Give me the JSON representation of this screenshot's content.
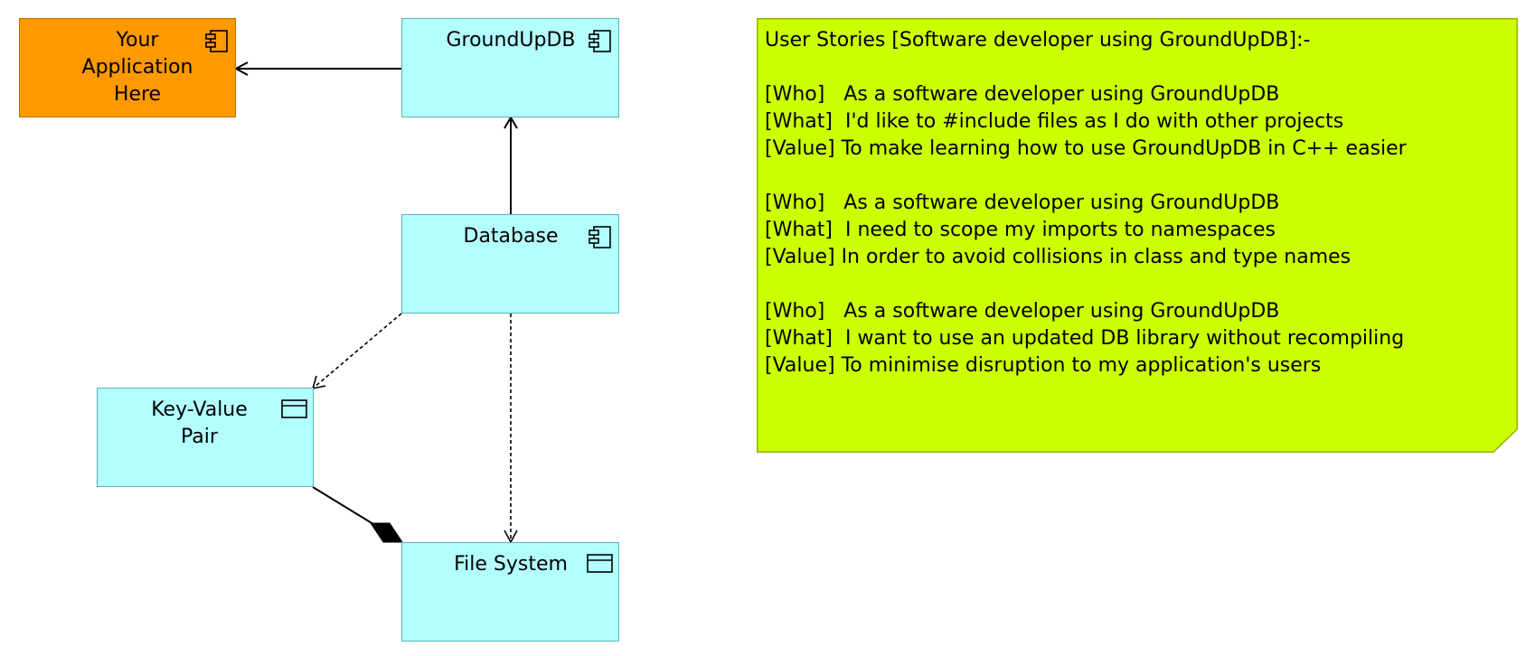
{
  "nodes": {
    "your_application": {
      "label": "Your Application Here",
      "kind": "component",
      "fill": "#ff9900"
    },
    "groundupdb": {
      "label": "GroundUpDB",
      "kind": "component",
      "fill": "#b3ffff"
    },
    "database": {
      "label": "Database",
      "kind": "component",
      "fill": "#b3ffff"
    },
    "key_value_pair": {
      "label": "Key-Value Pair",
      "kind": "artifact",
      "fill": "#b3ffff"
    },
    "file_system": {
      "label": "File System",
      "kind": "artifact",
      "fill": "#b3ffff"
    }
  },
  "edges": [
    {
      "from": "groundupdb",
      "to": "your_application",
      "style": "solid-arrow"
    },
    {
      "from": "database",
      "to": "groundupdb",
      "style": "solid-arrow"
    },
    {
      "from": "database",
      "to": "key_value_pair",
      "style": "dashed-arrow"
    },
    {
      "from": "database",
      "to": "file_system",
      "style": "dashed-arrow"
    },
    {
      "from": "key_value_pair",
      "to": "file_system",
      "style": "composition"
    }
  ],
  "note": {
    "fill": "#ccff00",
    "lines": [
      "User Stories [Software developer using GroundUpDB]:-",
      "",
      "[Who]   As a software developer using GroundUpDB",
      "[What]  I'd like to #include files as I do with other projects",
      "[Value] To make learning how to use GroundUpDB in C++ easier",
      "",
      "[Who]   As a software developer using GroundUpDB",
      "[What]  I need to scope my imports to namespaces",
      "[Value] In order to avoid collisions in class and type names",
      "",
      "[Who]   As a software developer using GroundUpDB",
      "[What]  I want to use an updated DB library without recompiling",
      "[Value] To minimise disruption to my application's users"
    ]
  }
}
